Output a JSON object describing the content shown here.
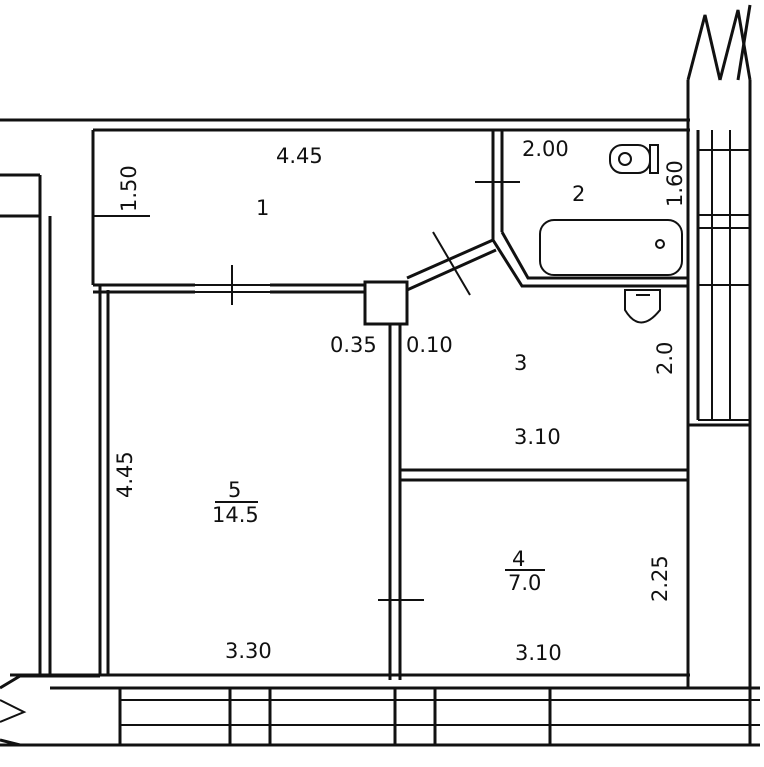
{
  "rooms": [
    {
      "id": "1",
      "number": "1",
      "area": ""
    },
    {
      "id": "2",
      "number": "2",
      "area": ""
    },
    {
      "id": "3",
      "number": "3",
      "area": ""
    },
    {
      "id": "4",
      "number": "4",
      "area": "7.0"
    },
    {
      "id": "5",
      "number": "5",
      "area": "14.5"
    }
  ],
  "dimensions": {
    "hall_width": "4.45",
    "hall_depth": "1.50",
    "bath_width": "2.00",
    "bath_depth": "1.60",
    "room3_depth": "2.0",
    "room3_width": "3.10",
    "room4_depth": "2.25",
    "room4_width": "3.10",
    "room5_depth": "4.45",
    "room5_width": "3.30",
    "column_size": "0.35",
    "wall_thickness": "0.10"
  }
}
